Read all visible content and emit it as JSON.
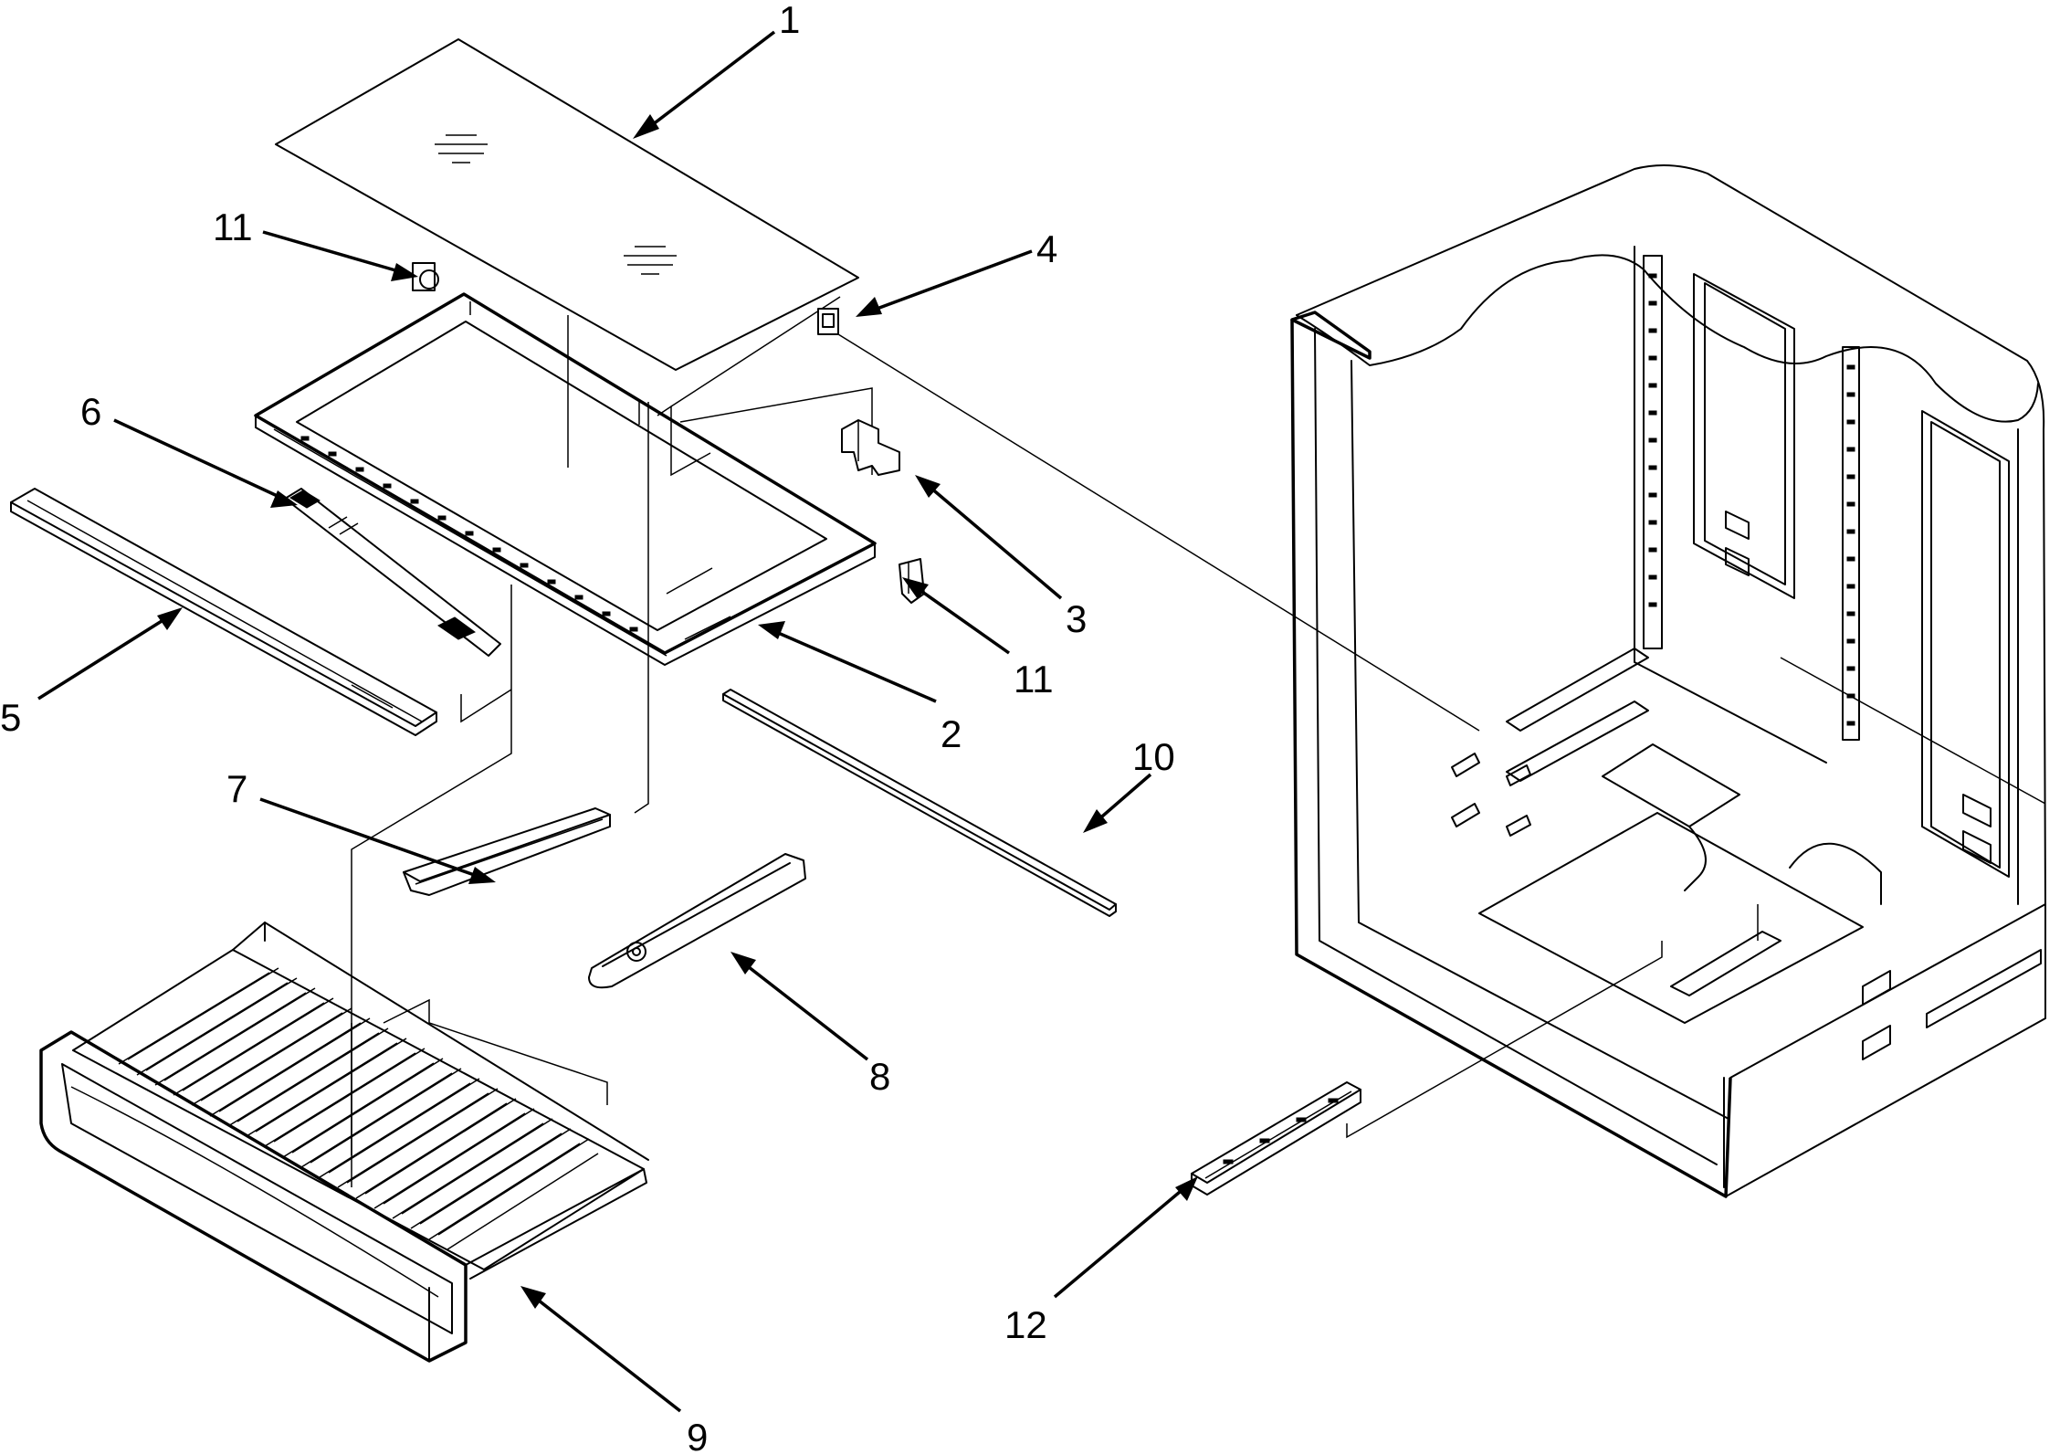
{
  "callouts": [
    {
      "id": "1",
      "label": "1"
    },
    {
      "id": "2",
      "label": "2"
    },
    {
      "id": "3",
      "label": "3"
    },
    {
      "id": "4",
      "label": "4"
    },
    {
      "id": "5",
      "label": "5"
    },
    {
      "id": "6",
      "label": "6"
    },
    {
      "id": "7",
      "label": "7"
    },
    {
      "id": "8",
      "label": "8"
    },
    {
      "id": "9",
      "label": "9"
    },
    {
      "id": "10",
      "label": "10"
    },
    {
      "id": "11a",
      "label": "11"
    },
    {
      "id": "11b",
      "label": "11"
    },
    {
      "id": "12",
      "label": "12"
    }
  ]
}
